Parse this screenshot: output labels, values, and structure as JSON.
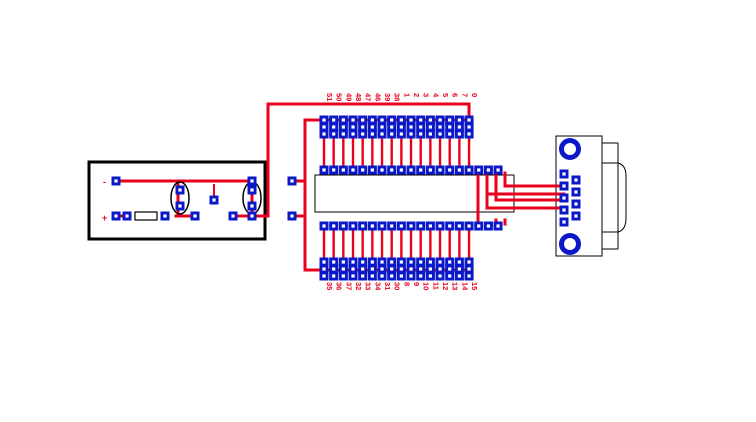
{
  "colors": {
    "trace": "#e8001c",
    "pad": "#0a18c8",
    "outline": "#000000",
    "background": "#ffffff"
  },
  "power_module": {
    "minus_label": "-",
    "plus_label": "+"
  },
  "header_top": {
    "labels": [
      "51",
      "50",
      "49",
      "48",
      "47",
      "46",
      "39",
      "38",
      "1",
      "2",
      "3",
      "4",
      "5",
      "6",
      "7",
      "0"
    ]
  },
  "header_bottom": {
    "labels": [
      "35",
      "36",
      "37",
      "32",
      "33",
      "34",
      "31",
      "30",
      "8",
      "9",
      "10",
      "11",
      "12",
      "13",
      "14",
      "15"
    ]
  }
}
